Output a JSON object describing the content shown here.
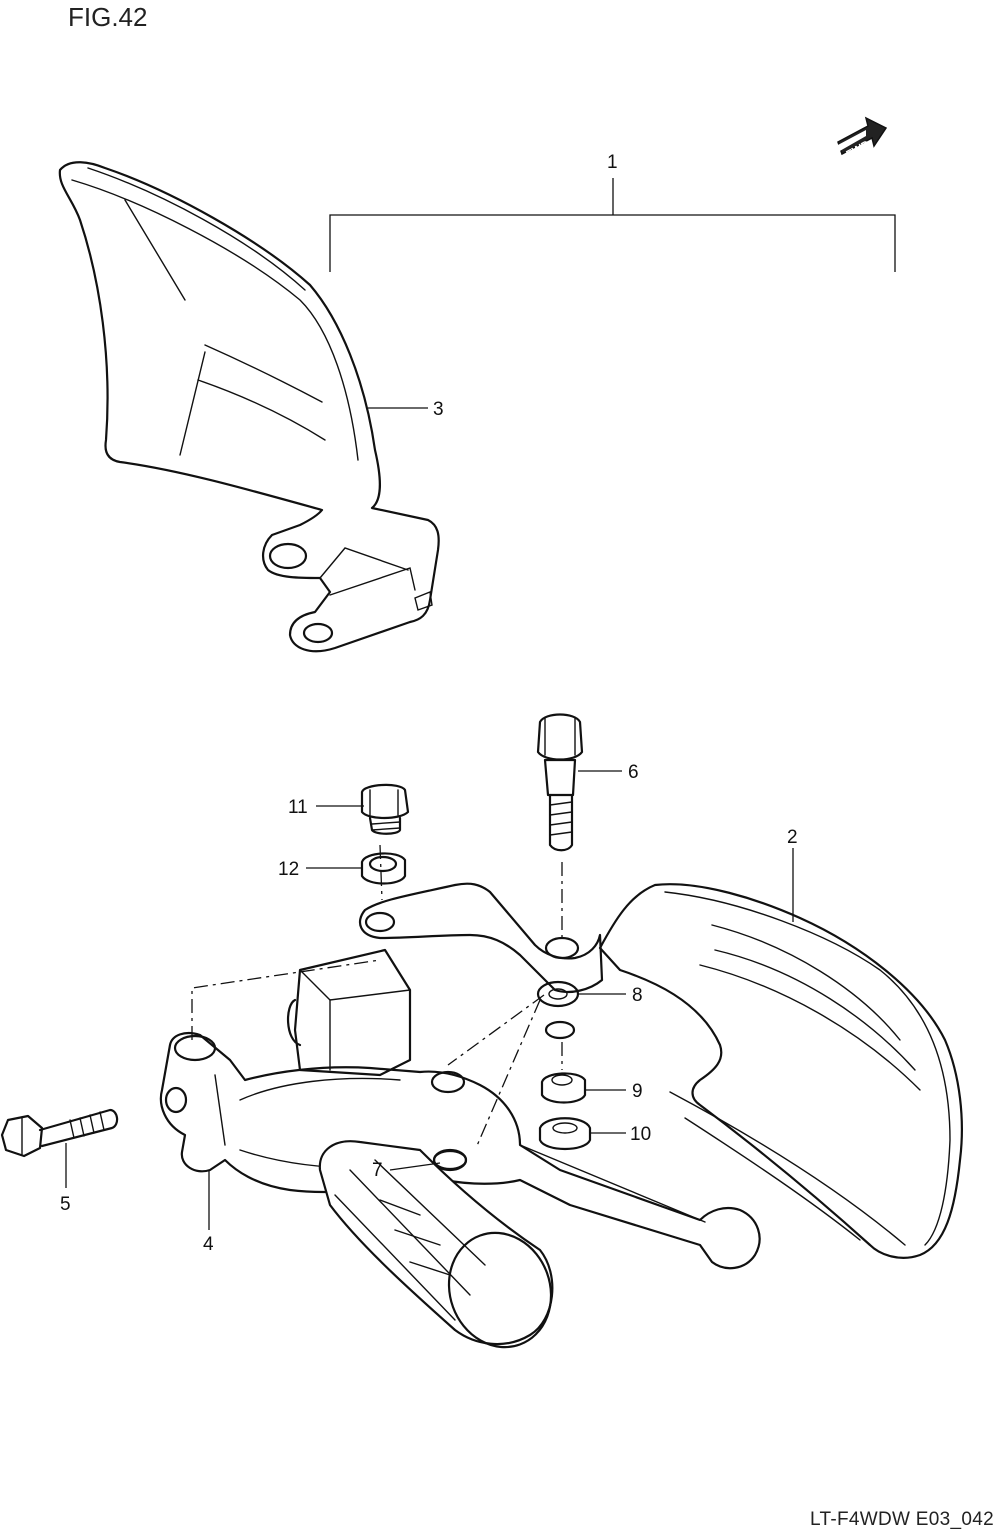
{
  "figure": {
    "title": "FIG.42",
    "code": "LT-F4WDW E03_042",
    "fwd_label": "FWD"
  },
  "callouts": [
    {
      "id": "1",
      "label": "1"
    },
    {
      "id": "2",
      "label": "2"
    },
    {
      "id": "3",
      "label": "3"
    },
    {
      "id": "4",
      "label": "4"
    },
    {
      "id": "5",
      "label": "5"
    },
    {
      "id": "6",
      "label": "6"
    },
    {
      "id": "7",
      "label": "7"
    },
    {
      "id": "8",
      "label": "8"
    },
    {
      "id": "9",
      "label": "9"
    },
    {
      "id": "10",
      "label": "10"
    },
    {
      "id": "11",
      "label": "11"
    },
    {
      "id": "12",
      "label": "12"
    }
  ]
}
